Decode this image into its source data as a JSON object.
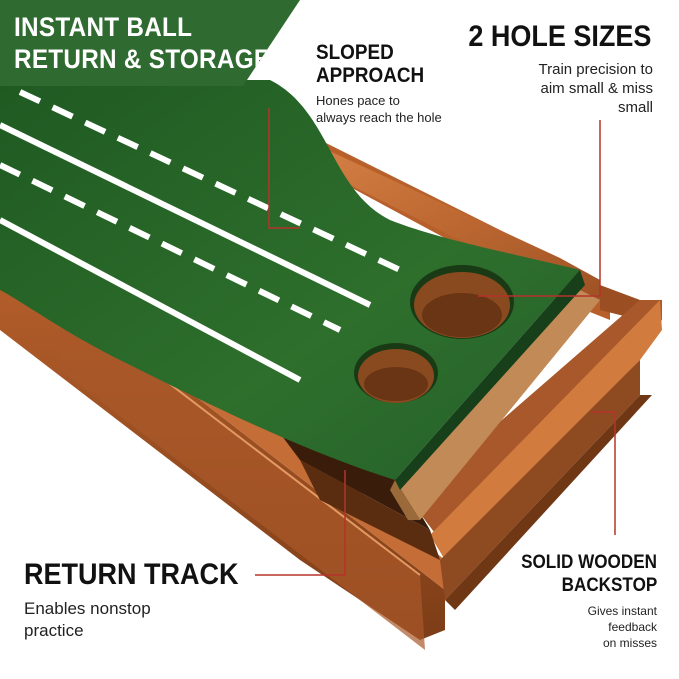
{
  "banner": {
    "line1": "INSTANT BALL",
    "line2": "RETURN & STORAGE",
    "color": "#2f6b30"
  },
  "callouts": {
    "sloped": {
      "title1": "SLOPED",
      "title2": "APPROACH",
      "desc1": "Hones pace to",
      "desc2": "always reach the hole"
    },
    "holes": {
      "title": "2 HOLE SIZES",
      "desc1": "Train precision to",
      "desc2": "aim small & miss",
      "desc3": "small"
    },
    "return_track": {
      "title": "RETURN TRACK",
      "desc1": "Enables nonstop",
      "desc2": "practice"
    },
    "backstop": {
      "title1": "SOLID WOODEN",
      "title2": "BACKSTOP",
      "desc1": "Gives instant",
      "desc2": "feedback",
      "desc3": "on misses"
    }
  },
  "colors": {
    "accent_line": "#b5332c",
    "turf": "#2d6a2a",
    "wood": "#c46a35"
  }
}
